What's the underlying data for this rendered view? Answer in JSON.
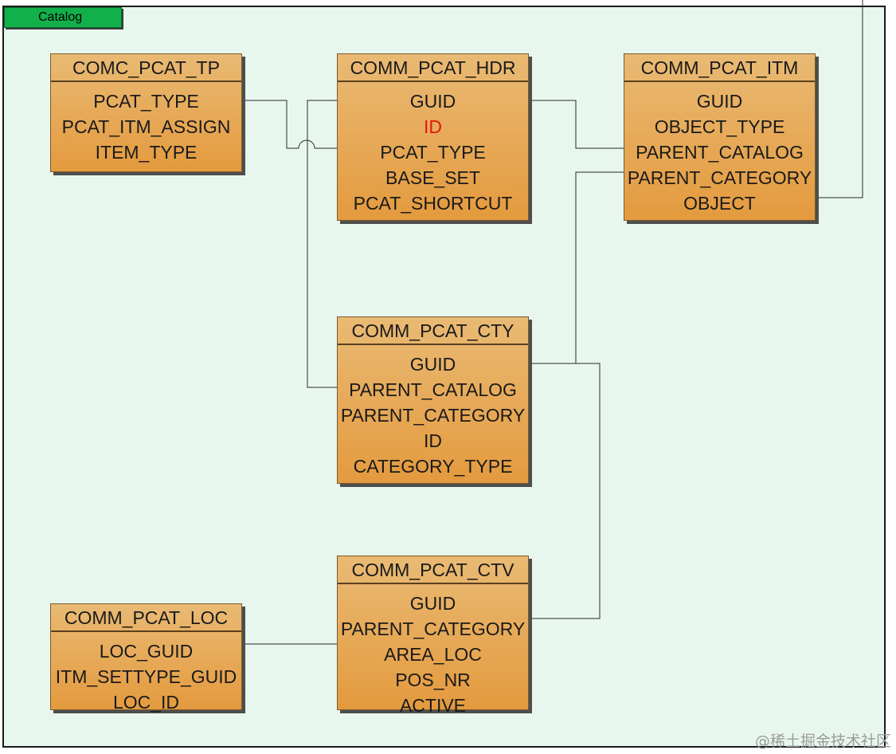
{
  "frame": {
    "title": "Catalog"
  },
  "tables": {
    "comc_pcat_tp": {
      "name": "COMC_PCAT_TP",
      "fields": [
        "PCAT_TYPE",
        "PCAT_ITM_ASSIGN",
        "ITEM_TYPE"
      ]
    },
    "comm_pcat_hdr": {
      "name": "COMM_PCAT_HDR",
      "fields": [
        "GUID",
        "ID",
        "PCAT_TYPE",
        "BASE_SET",
        "PCAT_SHORTCUT"
      ]
    },
    "comm_pcat_itm": {
      "name": "COMM_PCAT_ITM",
      "fields": [
        "GUID",
        "OBJECT_TYPE",
        "PARENT_CATALOG",
        "PARENT_CATEGORY",
        "OBJECT"
      ]
    },
    "comm_pcat_cty": {
      "name": "COMM_PCAT_CTY",
      "fields": [
        "GUID",
        "PARENT_CATALOG",
        "PARENT_CATEGORY",
        "ID",
        "CATEGORY_TYPE"
      ]
    },
    "comm_pcat_ctv": {
      "name": "COMM_PCAT_CTV",
      "fields": [
        "GUID",
        "PARENT_CATEGORY",
        "AREA_LOC",
        "POS_NR",
        "ACTIVE"
      ]
    },
    "comm_pcat_loc": {
      "name": "COMM_PCAT_LOC",
      "fields": [
        "LOC_GUID",
        "ITM_SETTYPE_GUID",
        "LOC_ID"
      ]
    }
  },
  "highlight": {
    "table": "comm_pcat_hdr",
    "field": "ID",
    "color": "#e2170c"
  },
  "colors": {
    "table_fill_top": "#e9ba74",
    "table_fill_bottom": "#e49a3e",
    "frame_bg": "#e8f7ee",
    "tab_bg": "#12b04a"
  },
  "watermark": "@稀土掘金技术社区"
}
